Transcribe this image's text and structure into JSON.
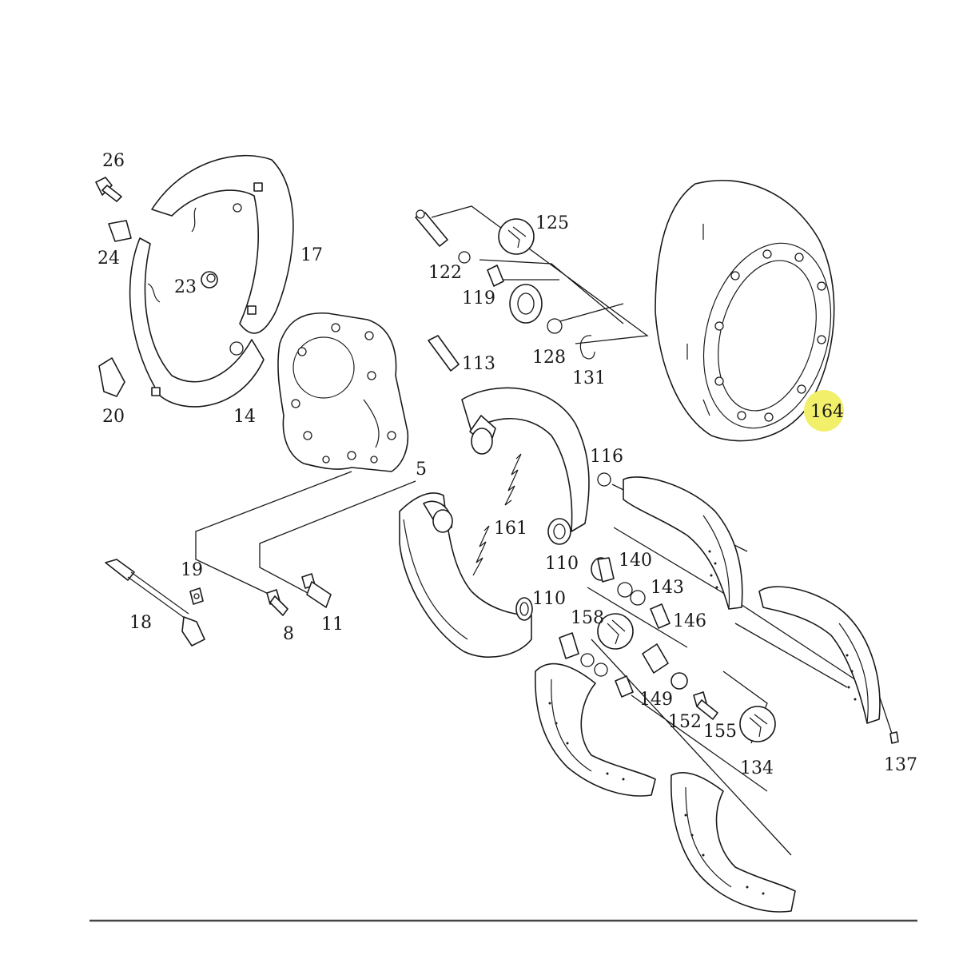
{
  "diagram": {
    "part_numbers": {
      "p26": "26",
      "p24": "24",
      "p23": "23",
      "p17": "17",
      "p20": "20",
      "p14": "14",
      "p122": "122",
      "p125": "125",
      "p119": "119",
      "p113": "113",
      "p128": "128",
      "p131": "131",
      "p164": "164",
      "p116": "116",
      "p5": "5",
      "p161": "161",
      "p110a": "110",
      "p110b": "110",
      "p19": "19",
      "p18": "18",
      "p8": "8",
      "p11": "11",
      "p140": "140",
      "p143": "143",
      "p146": "146",
      "p158": "158",
      "p149": "149",
      "p152": "152",
      "p155": "155",
      "p134": "134",
      "p137": "137"
    },
    "highlight_color": "#f2f06a"
  }
}
